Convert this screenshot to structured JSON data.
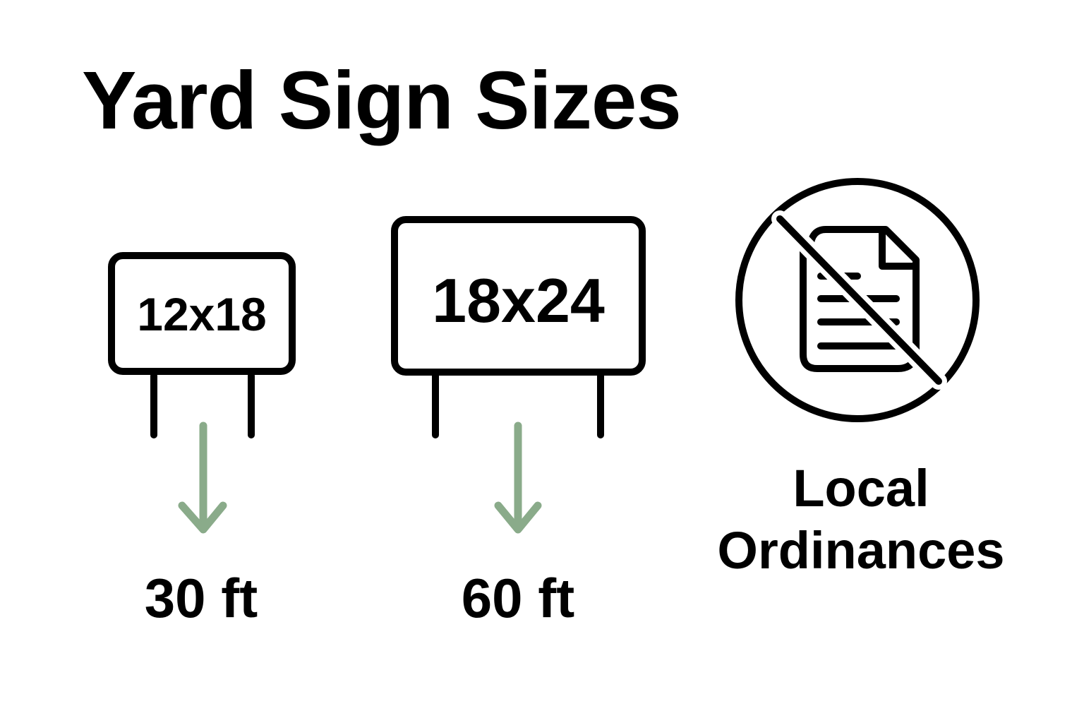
{
  "title": "Yard Sign Sizes",
  "colors": {
    "stroke": "#000000",
    "arrow": "#8aab8a",
    "background": "#ffffff"
  },
  "signs": [
    {
      "size_label": "12x18",
      "distance_label": "30 ft",
      "icon": "small-yard-sign-icon"
    },
    {
      "size_label": "18x24",
      "distance_label": "60 ft",
      "icon": "large-yard-sign-icon"
    }
  ],
  "ordinance": {
    "icon": "no-document-prohibited-icon",
    "line1": "Local",
    "line2": "Ordinances"
  }
}
